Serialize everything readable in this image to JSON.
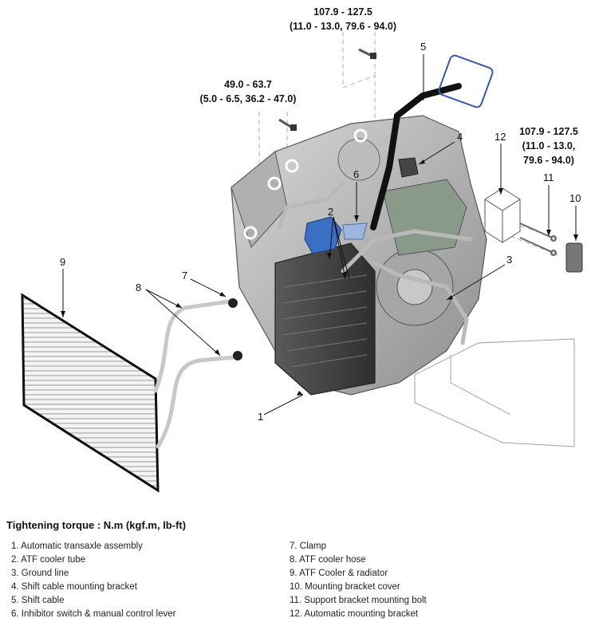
{
  "torque_labels": [
    {
      "value": "107.9 - 127.5",
      "units": "(11.0 - 13.0, 79.6 - 94.0)"
    },
    {
      "value": "49.0 - 63.7",
      "units": "(5.0 - 6.5, 36.2 - 47.0)"
    },
    {
      "value": "107.9 - 127.5",
      "units_line1": "(11.0 - 13.0,",
      "units_line2": "79.6 - 94.0)"
    }
  ],
  "callouts": [
    "1",
    "2",
    "3",
    "4",
    "5",
    "6",
    "7",
    "8",
    "9",
    "10",
    "11",
    "12"
  ],
  "heading": "Tightening torque : N.m (kgf.m, lb-ft)",
  "legend_left": [
    "1. Automatic transaxle assembly",
    "2. ATF cooler tube",
    "3. Ground line",
    "4. Shift cable mounting bracket",
    "5. Shift cable",
    "6. Inhibitor switch & manual control lever"
  ],
  "legend_right": [
    "7. Clamp",
    "8. ATF cooler hose",
    "9. ATF Cooler & radiator",
    "10. Mounting bracket cover",
    "11. Support bracket mounting bolt",
    "12. Automatic mounting bracket"
  ]
}
